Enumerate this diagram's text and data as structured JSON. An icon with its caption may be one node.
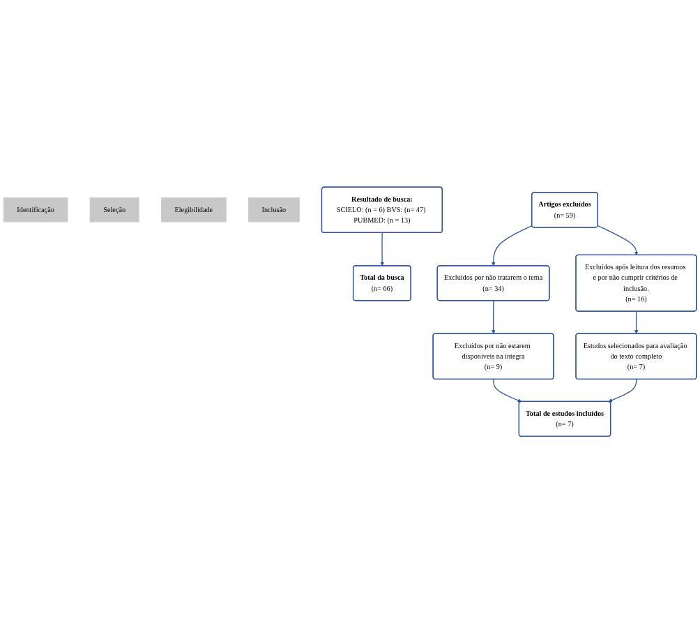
{
  "diagram": {
    "nodes": [
      {
        "text": [
          "Identificação"
        ]
      },
      {
        "text": [
          "Seleção"
        ]
      },
      {
        "text": [
          "Elegibilidade"
        ]
      },
      {
        "text": [
          "Inclusão"
        ]
      },
      {
        "text": [
          "Resultado de busca:",
          "SCIELO: (n = 6) BVS: (n= 47) PUBMED: (n = 13)"
        ]
      },
      {
        "text": [
          "Total da busca",
          "(n= 66)"
        ]
      },
      {
        "text": [
          "Artigos excluídos",
          "(n= 59)"
        ]
      },
      {
        "text": [
          "Excluídos por não tratarem o tema",
          "(n= 34)"
        ]
      },
      {
        "text": [
          "Excluídos após leitura dos resumos e por não cumprir critérios de inclusão.",
          "(n= 16)"
        ]
      },
      {
        "text": [
          "Excluídos por não estarem disponíveis na íntegra",
          "(n= 9)"
        ]
      },
      {
        "text": [
          "Estudos selecionados para avaliação do texto completo",
          "(n= 7)"
        ]
      },
      {
        "text": [
          "Total de estudos incluídos",
          "(n= 7)"
        ]
      }
    ],
    "edges": [
      {
        "from": 4,
        "to": 5,
        "arrow": "to"
      },
      {
        "from": 6,
        "to": 7,
        "arrow": "to"
      },
      {
        "from": 6,
        "to": 8,
        "arrow": "to"
      },
      {
        "from": 7,
        "to": 9,
        "arrow": "to"
      },
      {
        "from": 8,
        "to": 10,
        "arrow": "to"
      },
      {
        "from": 9,
        "to": 11,
        "arrow": "to"
      },
      {
        "from": 10,
        "to": 11,
        "arrow": "to"
      }
    ]
  }
}
